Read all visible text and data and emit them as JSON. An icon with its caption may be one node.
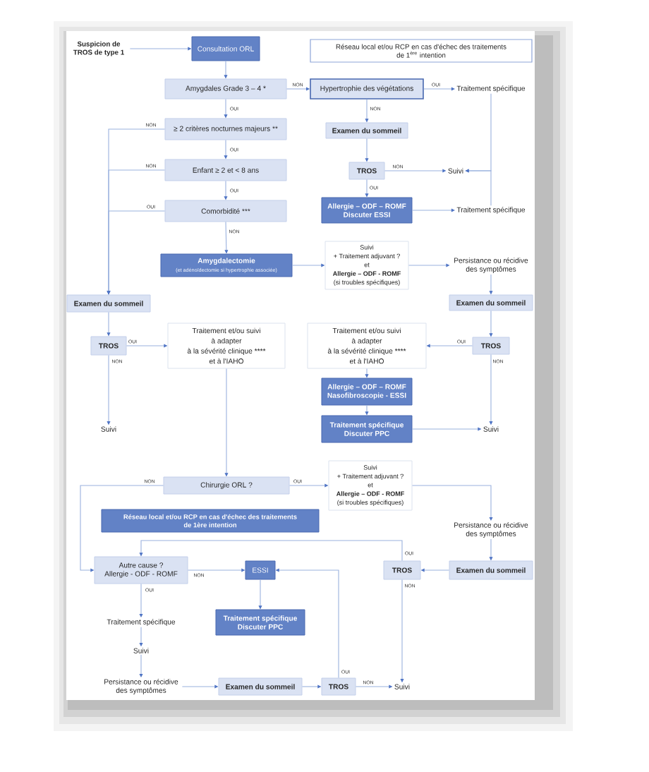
{
  "diagram": {
    "nodes": [
      {
        "text": [
          "Suspicion de TROS de type 1"
        ]
      },
      {
        "text": [
          "Consultation ORL"
        ]
      },
      {
        "text": [
          "Réseau local et/ou RCP en cas d'échec des traitements de 1$^{ère}$ intention"
        ]
      },
      {
        "text": [
          "Amygdales Grade 3 – 4 *"
        ]
      },
      {
        "text": [
          "Hypertrophie des végétations"
        ]
      },
      {
        "text": [
          "Traitement spécifique"
        ]
      },
      {
        "text": [
          "≥ 2 critères nocturnes majeurs **"
        ]
      },
      {
        "text": [
          "Examen du sommeil"
        ]
      },
      {
        "text": [
          "Enfant ≥ 2 et < 8 ans"
        ]
      },
      {
        "text": [
          "TROS"
        ]
      },
      {
        "text": [
          "Suivi"
        ]
      },
      {
        "text": [
          "Comorbidité ***"
        ]
      },
      {
        "text": [
          "Allergie – ODF – ROMF",
          "Discuter ESSI"
        ]
      },
      {
        "text": [
          "Traitement spécifique"
        ]
      },
      {
        "text": [
          "Amygdalectomie",
          "(et adénoïdectomie si hypertrophie associée)"
        ]
      },
      {
        "text": [
          "Suivi",
          "+ Traitement adjuvant ?",
          "et",
          "Allergie – ODF - ROMF",
          "(si troubles spécifiques)"
        ]
      },
      {
        "text": [
          "Persistance ou récidive des symptômes"
        ]
      },
      {
        "text": [
          "Examen du sommeil"
        ]
      },
      {
        "text": [
          "Examen du sommeil"
        ]
      },
      {
        "text": [
          "TROS"
        ]
      },
      {
        "text": [
          "Traitement et/ou suivi",
          "à adapter",
          "à la sévérité clinique ****",
          "et à l'IAHO"
        ]
      },
      {
        "text": [
          "Traitement et/ou suivi",
          "à adapter",
          "à la sévérité clinique ****",
          "et à l'IAHO"
        ]
      },
      {
        "text": [
          "TROS"
        ]
      },
      {
        "text": [
          "Allergie – ODF – ROMF",
          "Nasofibroscopie - ESSI"
        ]
      },
      {
        "text": [
          "Suivi"
        ]
      },
      {
        "text": [
          "Traitement spécifique",
          "Discuter PPC"
        ]
      },
      {
        "text": [
          "Suivi"
        ]
      },
      {
        "text": [
          "Chirurgie ORL ?"
        ]
      },
      {
        "text": [
          "Suivi",
          "+ Traitement adjuvant ?",
          "et",
          "Allergie – ODF - ROMF",
          "(si troubles spécifiques)"
        ]
      },
      {
        "text": [
          "Réseau local et/ou RCP en cas d'échec des traitements de 1ère intention"
        ]
      },
      {
        "text": [
          "Persistance ou récidive des symptômes"
        ]
      },
      {
        "text": [
          "Autre cause ?",
          "Allergie - ODF - ROMF"
        ]
      },
      {
        "text": [
          "ESSI"
        ]
      },
      {
        "text": [
          "TROS"
        ]
      },
      {
        "text": [
          "Examen du sommeil"
        ]
      },
      {
        "text": [
          "Traitement spécifique"
        ]
      },
      {
        "text": [
          "Traitement spécifique",
          "Discuter PPC"
        ]
      },
      {
        "text": [
          "Suivi"
        ]
      },
      {
        "text": [
          "Persistance ou récidive des symptômes"
        ]
      },
      {
        "text": [
          "Examen du sommeil"
        ]
      },
      {
        "text": [
          "TROS"
        ]
      },
      {
        "text": [
          "Suivi"
        ]
      }
    ],
    "edges": [
      {
        "from": 0,
        "to": 1,
        "arrow": "to"
      },
      {
        "from": 1,
        "to": 3,
        "arrow": "to"
      },
      {
        "from": 3,
        "to": 4,
        "arrow": "to",
        "label": "NON"
      },
      {
        "from": 4,
        "to": 5,
        "arrow": "to",
        "label": "OUI"
      },
      {
        "from": 4,
        "to": 7,
        "arrow": "to",
        "label": "NON"
      },
      {
        "from": 7,
        "to": 9,
        "arrow": "to"
      },
      {
        "from": 9,
        "to": 10,
        "arrow": "to",
        "label": "NON"
      },
      {
        "from": 9,
        "to": 12,
        "arrow": "to",
        "label": "OUI"
      },
      {
        "from": 12,
        "to": 13,
        "arrow": "to"
      },
      {
        "from": 5,
        "to": 10,
        "arrow": "to"
      },
      {
        "from": 13,
        "to": 10,
        "arrow": "to"
      },
      {
        "from": 3,
        "to": 6,
        "arrow": "to",
        "label": "OUI"
      },
      {
        "from": 6,
        "to": 8,
        "arrow": "to",
        "label": "OUI"
      },
      {
        "from": 8,
        "to": 11,
        "arrow": "to",
        "label": "OUI"
      },
      {
        "from": 11,
        "to": 14,
        "arrow": "to",
        "label": "NON"
      },
      {
        "from": 6,
        "to": 17,
        "arrow": "to",
        "label": "NON"
      },
      {
        "from": 8,
        "to": 17,
        "arrow": "to",
        "label": "NON"
      },
      {
        "from": 11,
        "to": 17,
        "arrow": "to",
        "label": "OUI"
      },
      {
        "from": 14,
        "to": 15,
        "arrow": "to"
      },
      {
        "from": 15,
        "to": 16,
        "arrow": "to"
      },
      {
        "from": 16,
        "to": 18,
        "arrow": "to"
      },
      {
        "from": 18,
        "to": 22,
        "arrow": "to"
      },
      {
        "from": 22,
        "to": 21,
        "arrow": "to",
        "label": "OUI"
      },
      {
        "from": 22,
        "to": 26,
        "arrow": "to",
        "label": "NON"
      },
      {
        "from": 17,
        "to": 19,
        "arrow": "to"
      },
      {
        "from": 19,
        "to": 20,
        "arrow": "to",
        "label": "OUI"
      },
      {
        "from": 19,
        "to": 24,
        "arrow": "to",
        "label": "NON"
      },
      {
        "from": 21,
        "to": 23,
        "arrow": "to"
      },
      {
        "from": 23,
        "to": 25,
        "arrow": "to"
      },
      {
        "from": 25,
        "to": 26,
        "arrow": "to"
      },
      {
        "from": 20,
        "to": 27,
        "arrow": "to"
      },
      {
        "from": 27,
        "to": 28,
        "arrow": "to",
        "label": "OUI"
      },
      {
        "from": 27,
        "to": 31,
        "arrow": "to",
        "label": "NON"
      },
      {
        "from": 28,
        "to": 30,
        "arrow": "to"
      },
      {
        "from": 30,
        "to": 34,
        "arrow": "to"
      },
      {
        "from": 34,
        "to": 33,
        "arrow": "to"
      },
      {
        "from": 33,
        "to": 31,
        "arrow": "to",
        "label": "OUI"
      },
      {
        "from": 33,
        "to": 41,
        "arrow": "to",
        "label": "NON"
      },
      {
        "from": 31,
        "to": 32,
        "arrow": "to",
        "label": "NON"
      },
      {
        "from": 31,
        "to": 35,
        "arrow": "to",
        "label": "OUI"
      },
      {
        "from": 35,
        "to": 37,
        "arrow": "to"
      },
      {
        "from": 37,
        "to": 38,
        "arrow": "to"
      },
      {
        "from": 38,
        "to": 39,
        "arrow": "to"
      },
      {
        "from": 39,
        "to": 40,
        "arrow": "to"
      },
      {
        "from": 40,
        "to": 41,
        "arrow": "to",
        "label": "NON"
      },
      {
        "from": 40,
        "to": 32,
        "arrow": "to",
        "label": "OUI"
      },
      {
        "from": 32,
        "to": 36,
        "arrow": "to"
      }
    ]
  }
}
